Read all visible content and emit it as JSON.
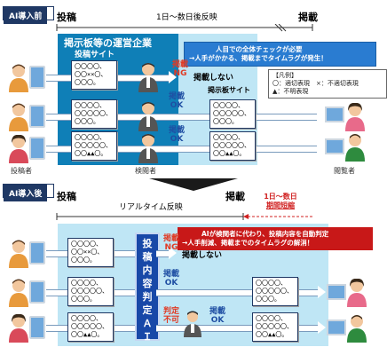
{
  "before": {
    "tag": "AI導入前",
    "post_label": "投稿",
    "delay_label": "1日～数日後反映",
    "publish_label": "掲載",
    "operator_title": "掲示板等の運営企業",
    "post_site_label": "投稿サイト",
    "board_site_label": "掲示板サイト",
    "callout_line1": "人目での全体チェックが必要",
    "callout_line2": "→人手がかかる、掲載までタイムラグが発生！",
    "legend": {
      "title": "【凡例】",
      "line1": "〇：適切表現　×：不適切表現",
      "line2": "▲：不明表現"
    },
    "rows": [
      {
        "post_line1": "〇〇〇〇、",
        "post_line2": "〇〇××〇、",
        "post_line3": "〇〇〇。",
        "status_word": "掲載",
        "status_result": "NG",
        "outcome": "掲載しない"
      },
      {
        "post_line1": "〇〇〇〇、",
        "post_line2": "〇〇〇〇〇、",
        "post_line3": "〇〇〇。",
        "status_word": "掲載",
        "status_result": "OK"
      },
      {
        "post_line1": "〇〇〇〇、",
        "post_line2": "〇〇〇〇〇、",
        "post_line3": "〇〇▲▲〇。",
        "status_word": "掲載",
        "status_result": "OK"
      }
    ],
    "poster_label": "投稿者",
    "reviewer_label": "検閲者",
    "viewer_label": "閲覧者"
  },
  "after": {
    "tag": "AI導入後",
    "post_label": "投稿",
    "realtime_label": "リアルタイム反映",
    "publish_label": "掲載",
    "shortened_line1": "1日～数日",
    "shortened_line2": "期間短縮",
    "ai_label": [
      "投",
      "稿",
      "内",
      "容",
      "判",
      "定",
      "Ａ",
      "Ｉ"
    ],
    "callout_line1": "AIが検閲者に代わり、投稿内容を自動判定",
    "callout_line2": "→人手削減、掲載までのタイムラグの解消！",
    "rows": [
      {
        "post_line1": "〇〇〇〇、",
        "post_line2": "〇〇××〇、",
        "post_line3": "〇〇〇。",
        "status_word": "掲載",
        "status_result": "NG",
        "outcome": "掲載しない"
      },
      {
        "post_line1": "〇〇〇〇、",
        "post_line2": "〇〇〇〇〇、",
        "post_line3": "〇〇〇。",
        "status_word": "掲載",
        "status_result": "OK"
      },
      {
        "post_line1": "〇〇〇〇、",
        "post_line2": "〇〇〇〇〇、",
        "post_line3": "〇〇▲▲〇。",
        "status_word": "判定",
        "status_result": "不可",
        "extra_word": "掲載",
        "extra_result": "OK"
      }
    ]
  },
  "colors": {
    "ng": "#e03a24",
    "ok": "#1f4fa3",
    "operator": "#0f7fb7",
    "panel": "#bfe6f5"
  }
}
